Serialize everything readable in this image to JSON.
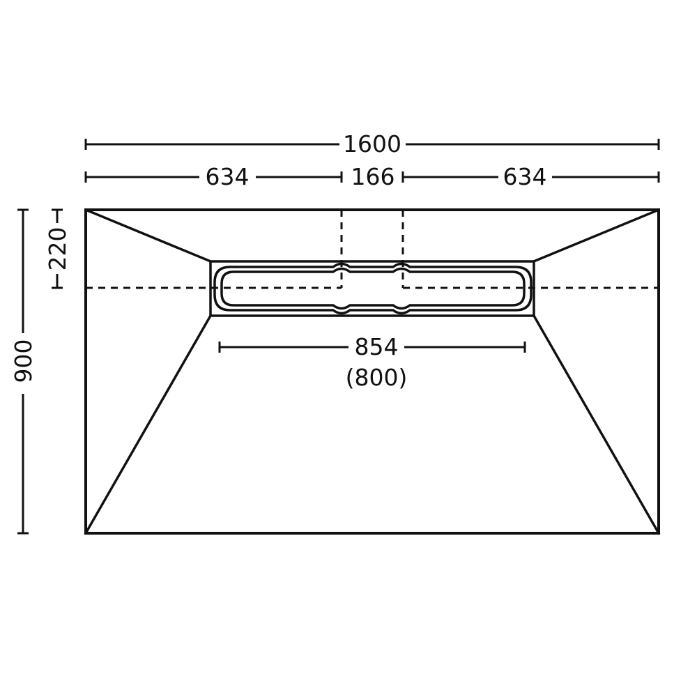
{
  "dimensions": {
    "overall_width": "1600",
    "left_segment": "634",
    "center_segment": "166",
    "right_segment": "634",
    "overall_depth": "900",
    "drain_offset": "220",
    "drain_length": "854",
    "drain_grate_length": "(800)"
  },
  "colors": {
    "line": "#111111",
    "background": "#ffffff"
  }
}
